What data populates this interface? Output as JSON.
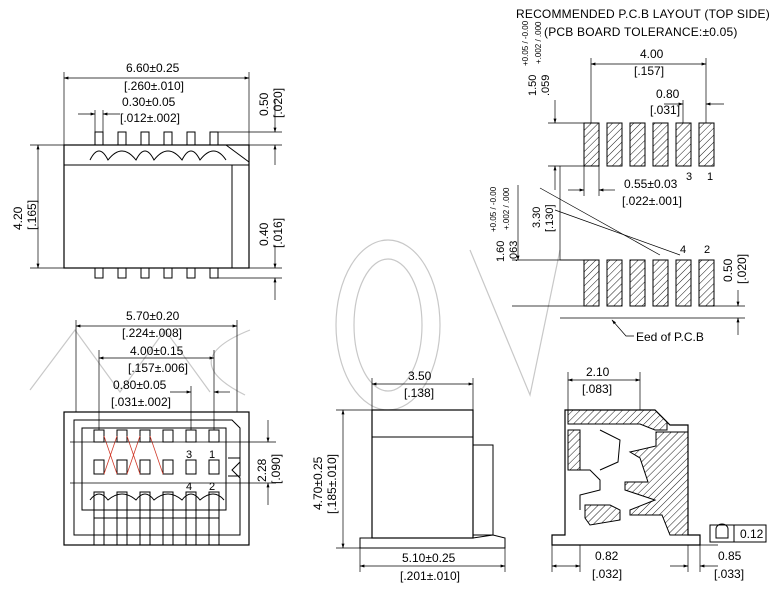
{
  "layout_title": {
    "line1": "RECOMMENDED P.C.B LAYOUT (TOP SIDE)",
    "line2": "(PCB BOARD TOLERANCE:±0.05)"
  },
  "top_view": {
    "width": "6.60±0.25",
    "width_in": "[.260±.010]",
    "pin_width": "0.30±0.05",
    "pin_width_in": "[.012±.002]",
    "height": "4.20",
    "height_in": "[.165]",
    "pin_top": "0.50",
    "pin_top_in": "[.020]",
    "pin_bottom": "0.40",
    "pin_bottom_in": "[.016]"
  },
  "bottom_view": {
    "width": "5.70±0.20",
    "width_in": "[.224±.008]",
    "span": "4.00±0.15",
    "span_in": "[.157±.006]",
    "pitch": "0.80±0.05",
    "pitch_in": "[.031±.002]",
    "row_gap": "2.28",
    "row_gap_in": "[.090]",
    "pin_labels": [
      "3",
      "1",
      "4",
      "2"
    ]
  },
  "pcb_layout": {
    "span": "4.00",
    "span_in": "[.157]",
    "pitch": "0.80",
    "pitch_in": "[.031]",
    "pad_len": "1.50",
    "pad_len_tol": "+0.05 / -0.00",
    "pad_len_in": ".059",
    "pad_len_in_tol": "+.002 / .000",
    "pad_width": "0.55±0.03",
    "pad_width_in": "[.022±.001]",
    "pad_len2": "1.60",
    "pad_len2_tol": "+0.05 / -0.00",
    "pad_len2_in": ".063",
    "pad_len2_in_tol": "+.002 / .000",
    "gap": "3.30",
    "gap_in": "[.130]",
    "edge_dist": "0.50",
    "edge_dist_in": "[.020]",
    "edge_label": "Eed of P.C.B",
    "pin_labels": [
      "3",
      "1",
      "4",
      "2"
    ]
  },
  "side_view": {
    "width": "3.50",
    "width_in": "[.138]",
    "height": "4.70±0.25",
    "height_in": "[.185±.010]",
    "base": "5.10±0.25",
    "base_in": "[.201±.010]"
  },
  "section_view": {
    "width": "2.10",
    "width_in": "[.083]",
    "left": "0.82",
    "left_in": "[.032]",
    "right": "0.85",
    "right_in": "[.033]",
    "flatness": "0.12"
  }
}
